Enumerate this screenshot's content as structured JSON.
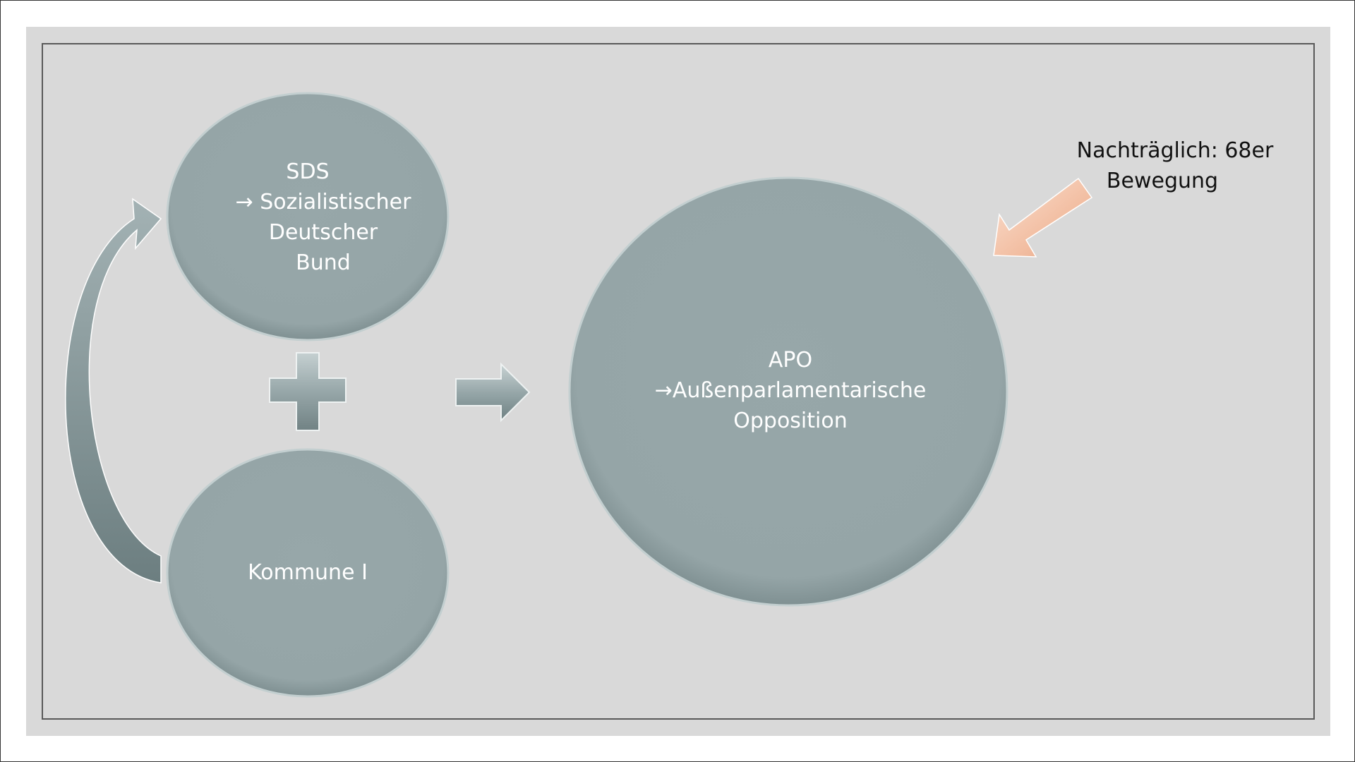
{
  "slide": {
    "sds": {
      "line1": "SDS",
      "line2": "→ Sozialistischer",
      "line3": "Deutscher",
      "line4": "Bund"
    },
    "kommune": {
      "label": "Kommune I"
    },
    "apo": {
      "line1": "APO",
      "line2": "→Außenparlamentarische",
      "line3": "Opposition"
    },
    "note": {
      "line1": "Nachträglich: 68er",
      "line2": "Bewegung"
    }
  },
  "colors": {
    "circle_fill": "#97a7a9",
    "background": "#d9d9d9",
    "note_arrow": "#f4c4a8"
  }
}
